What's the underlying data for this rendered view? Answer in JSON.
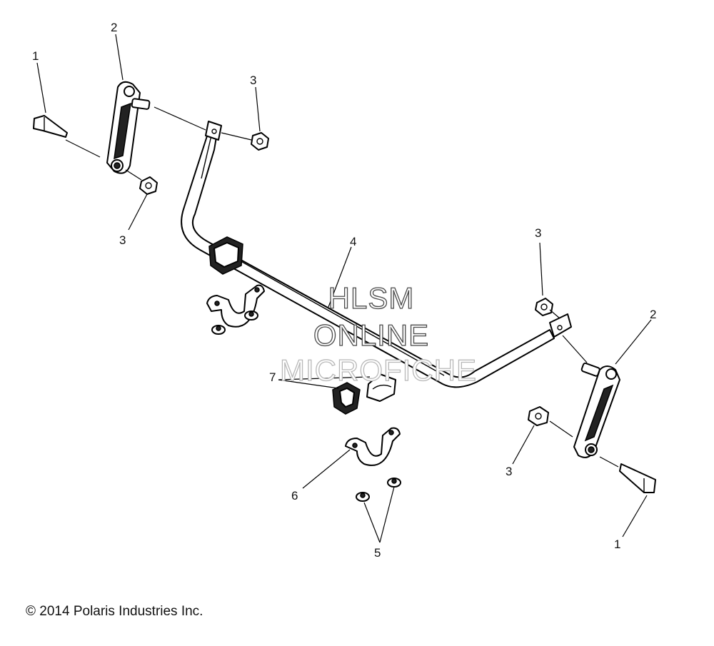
{
  "callouts": {
    "c1a": "1",
    "c2a": "2",
    "c3a": "3",
    "c3b": "3",
    "c4": "4",
    "c3c": "3",
    "c2b": "2",
    "c7": "7",
    "c3d": "3",
    "c6": "6",
    "c1b": "1",
    "c5": "5"
  },
  "watermark": {
    "line1": "HLSM",
    "line2": "ONLINE",
    "line3": "MICROFICHE"
  },
  "copyright": "© 2014 Polaris Industries Inc."
}
